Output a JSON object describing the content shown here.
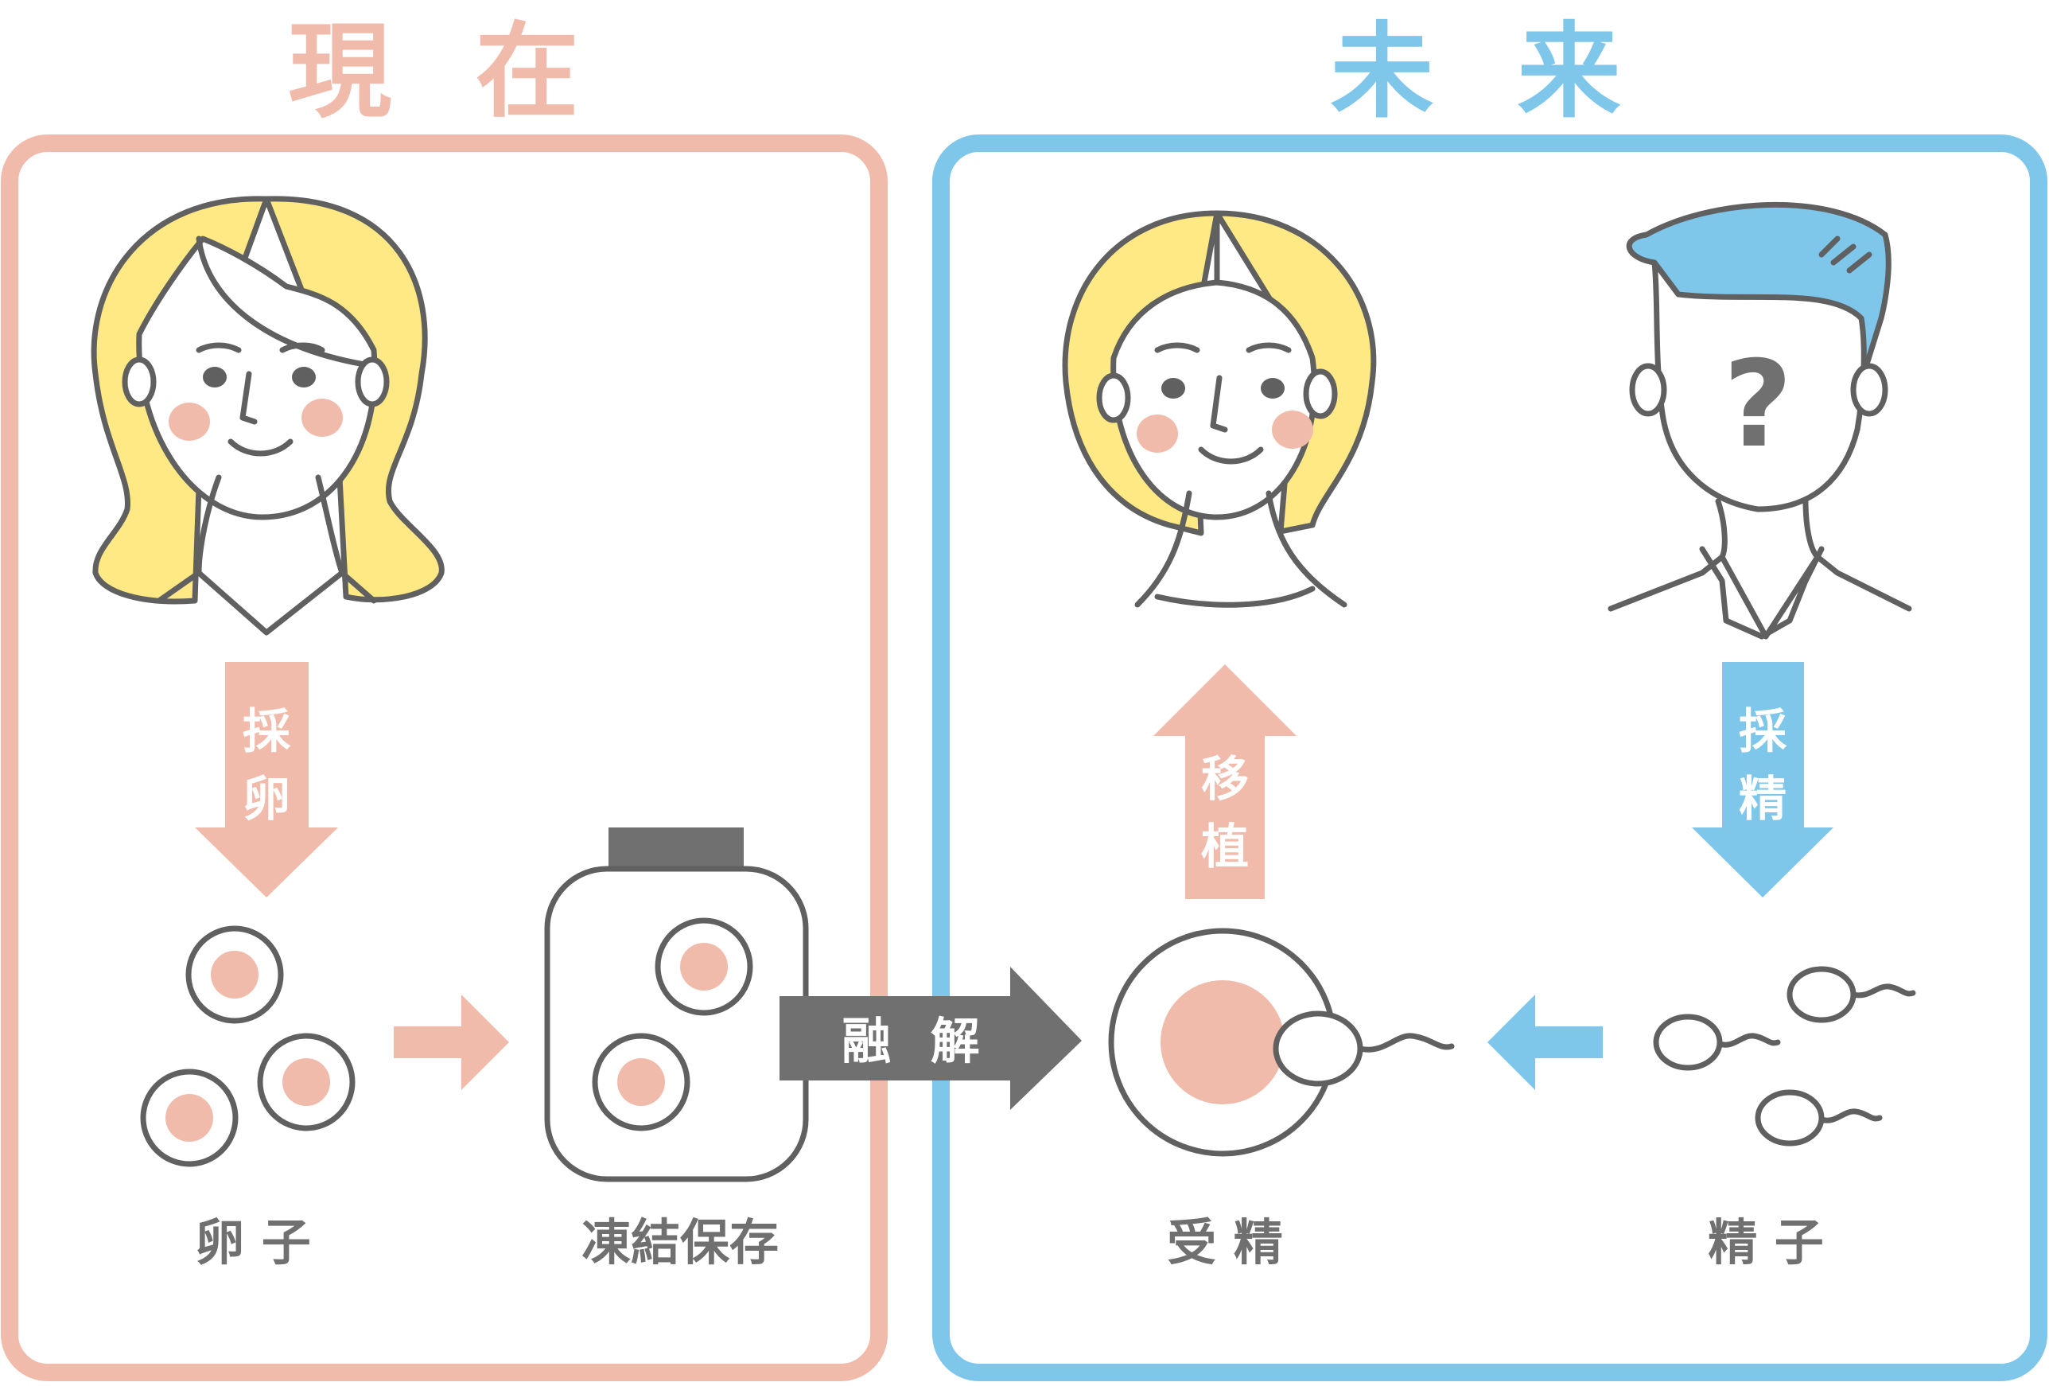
{
  "headings": {
    "present": "現 在",
    "future": "未 来"
  },
  "arrows": {
    "egg_retrieval": [
      "採",
      "卵"
    ],
    "sperm_collection": [
      "採",
      "精"
    ],
    "transfer": [
      "移",
      "植"
    ],
    "thaw": "融 解"
  },
  "captions": {
    "eggs": "卵 子",
    "frozen_storage": "凍結保存",
    "fertilization": "受 精",
    "sperm": "精 子"
  },
  "colors": {
    "pink": "#F1BBAC",
    "blue": "#7EC6EA",
    "gray": "#707070",
    "hair_yellow": "#FFE985",
    "dark_line": "#606060"
  },
  "icons": [
    "woman-icon",
    "man-question-icon",
    "egg-cell-icon",
    "freezer-container-icon",
    "fertilized-egg-icon",
    "sperm-icon"
  ]
}
